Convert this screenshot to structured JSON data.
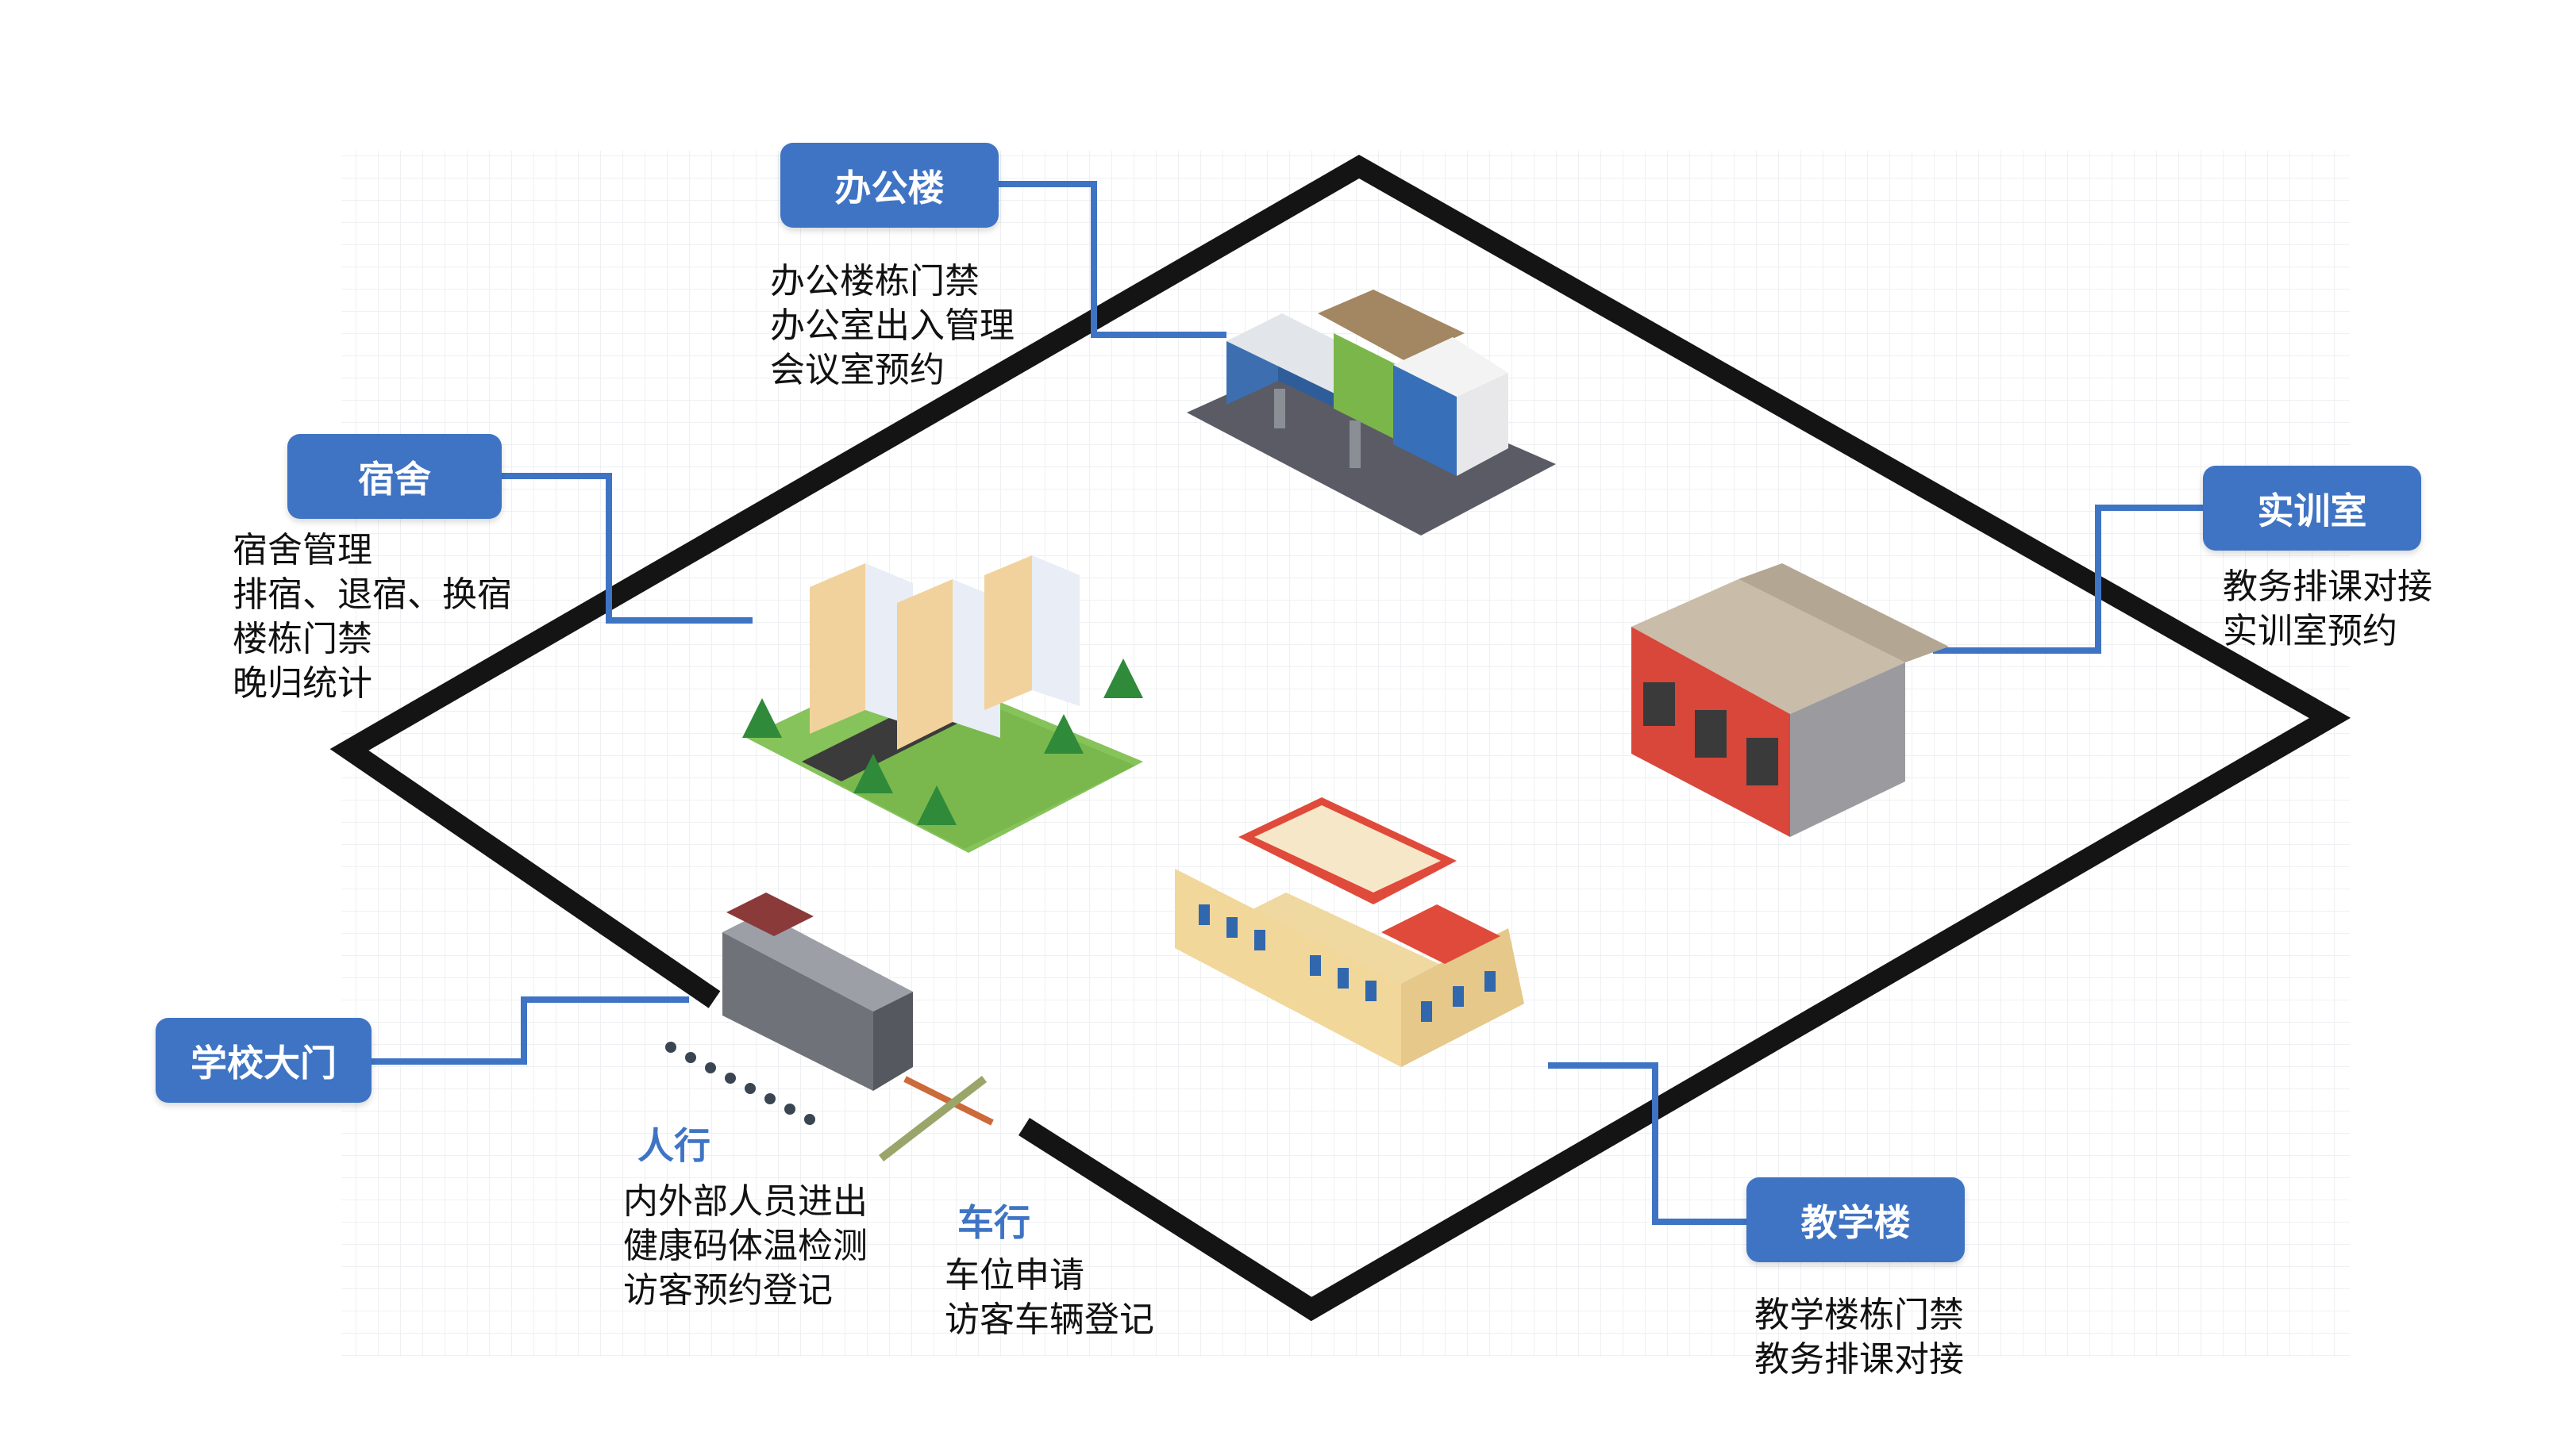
{
  "nodes": {
    "office": {
      "label": "办公楼",
      "items": [
        "办公楼栋门禁",
        "办公室出入管理",
        "会议室预约"
      ]
    },
    "dorm": {
      "label": "宿舍",
      "items": [
        "宿舍管理",
        "排宿、退宿、换宿",
        "楼栋门禁",
        "晚归统计"
      ]
    },
    "training": {
      "label": "实训室",
      "items": [
        "教务排课对接",
        "实训室预约"
      ]
    },
    "gate": {
      "label": "学校大门"
    },
    "pedestrian": {
      "label": "人行",
      "items": [
        "内外部人员进出",
        "健康码体温检测",
        "访客预约登记"
      ]
    },
    "vehicle": {
      "label": "车行",
      "items": [
        "车位申请",
        "访客车辆登记"
      ]
    },
    "teaching": {
      "label": "教学楼",
      "items": [
        "教学楼栋门禁",
        "教务排课对接"
      ]
    }
  },
  "colors": {
    "tag_fill": "#3f74c4",
    "connector": "#3f74c4",
    "campus_border": "#141414",
    "text": "#111111"
  }
}
